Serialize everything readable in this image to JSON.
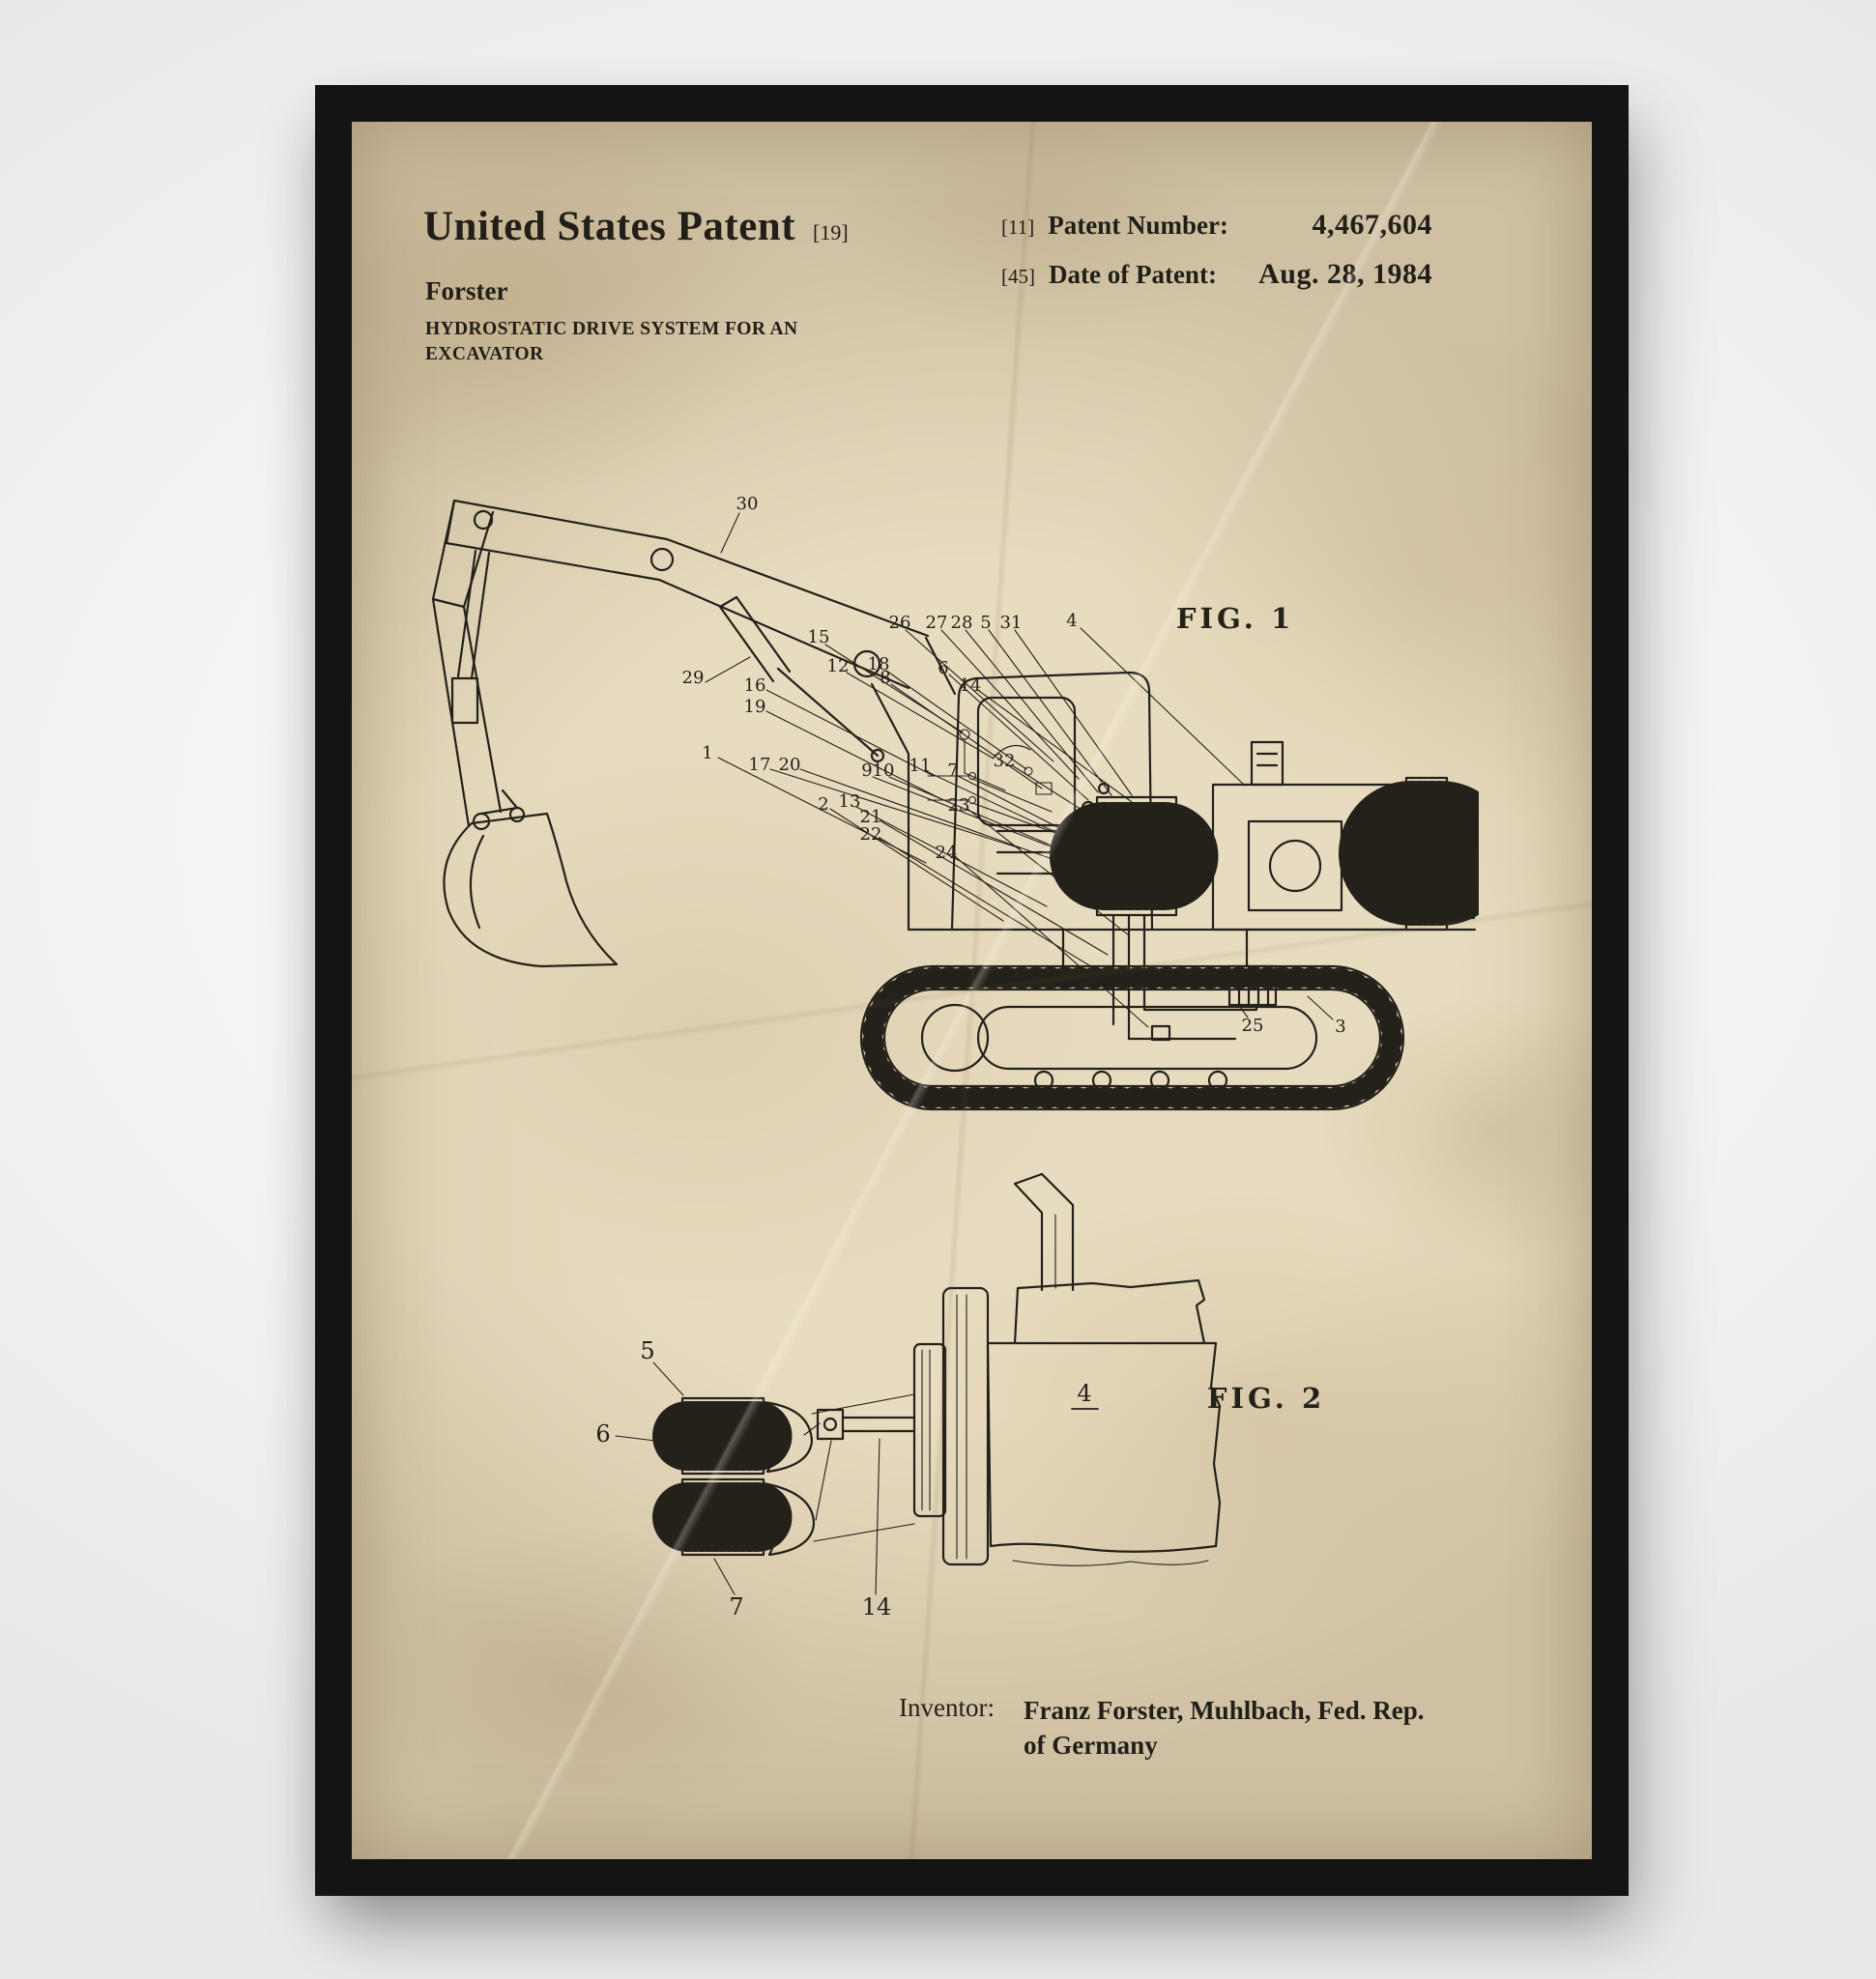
{
  "colors": {
    "frame": "#161616",
    "paper": "#e8dcc0",
    "ink": "#24211a"
  },
  "patent": {
    "header": {
      "title": "United States Patent",
      "title_code": "[19]",
      "author": "Forster",
      "number_code": "[11]",
      "number_label": "Patent Number:",
      "number_value": "4,467,604",
      "date_code": "[45]",
      "date_label": "Date of Patent:",
      "date_value": "Aug. 28, 1984"
    },
    "invention_title": {
      "line1": "HYDROSTATIC DRIVE SYSTEM FOR AN",
      "line2": "EXCAVATOR"
    },
    "fig1": {
      "caption": "FIG. 1",
      "parts": [
        "30",
        "29",
        "15",
        "12",
        "18",
        "26",
        "27",
        "28",
        "5",
        "31",
        "4",
        "16",
        "19",
        "8",
        "6",
        "14",
        "1",
        "17",
        "20",
        "9",
        "10",
        "11",
        "7",
        "32",
        "2",
        "13",
        "21",
        "22",
        "24",
        "23",
        "25",
        "3"
      ]
    },
    "fig2": {
      "caption": "FIG. 2",
      "parts": [
        "5",
        "6",
        "4",
        "7",
        "14"
      ]
    },
    "inventor": {
      "label": "Inventor:",
      "name": "Franz Forster,",
      "location_line1": "Muhlbach, Fed. Rep.",
      "location_line2": "of Germany"
    }
  }
}
